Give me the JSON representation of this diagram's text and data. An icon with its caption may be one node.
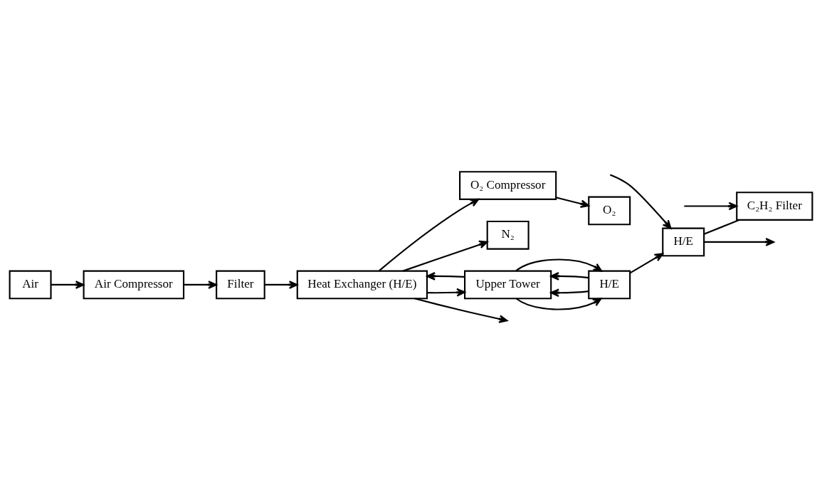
{
  "diagram": {
    "nodes": [
      {
        "text": [
          "O₂"
        ]
      },
      {
        "text": [
          "O₂ Compressor"
        ]
      },
      {
        "text": [
          "N₂"
        ]
      },
      {
        "text": [
          "Air"
        ]
      },
      {
        "text": [
          "Air Compressor"
        ]
      },
      {
        "text": [
          "Filter"
        ]
      },
      {
        "text": [
          "Heat Exchanger (H/E)"
        ]
      },
      {
        "text": [
          "Upper Tower"
        ]
      },
      {
        "text": [
          "H/E"
        ]
      },
      {
        "text": [
          "H/E"
        ]
      },
      {
        "text": [
          "C₂H₂ Filter"
        ]
      }
    ],
    "edges": [
      {
        "from": 1,
        "to": 0,
        "arrow": "to"
      },
      {
        "from": 3,
        "to": 4,
        "arrow": "to"
      },
      {
        "from": 4,
        "to": 5,
        "arrow": "to"
      },
      {
        "from": 5,
        "to": 6,
        "arrow": "to"
      },
      {
        "from": 6,
        "to": 1,
        "arrow": "to"
      },
      {
        "from": 6,
        "to": 2,
        "arrow": "to"
      },
      {
        "from": 6,
        "to": 7,
        "arrow": "to"
      },
      {
        "from": 7,
        "to": 6,
        "arrow": "to"
      },
      {
        "from": 7,
        "to": 8,
        "arrow": "to"
      },
      {
        "from": 8,
        "to": 7,
        "arrow": "to"
      },
      {
        "from": 8,
        "to": 7,
        "arrow": "to"
      },
      {
        "from": 7,
        "to": 8,
        "arrow": "to"
      },
      {
        "from": null,
        "to": 9,
        "arrow": "to"
      },
      {
        "from": 8,
        "to": 9,
        "arrow": "to"
      },
      {
        "from": 9,
        "to": 10,
        "arrow": "none"
      },
      {
        "from": null,
        "to": 10,
        "arrow": "to"
      },
      {
        "from": 6,
        "to": null,
        "arrow": "to"
      },
      {
        "from": 9,
        "to": null,
        "arrow": "to"
      }
    ]
  }
}
